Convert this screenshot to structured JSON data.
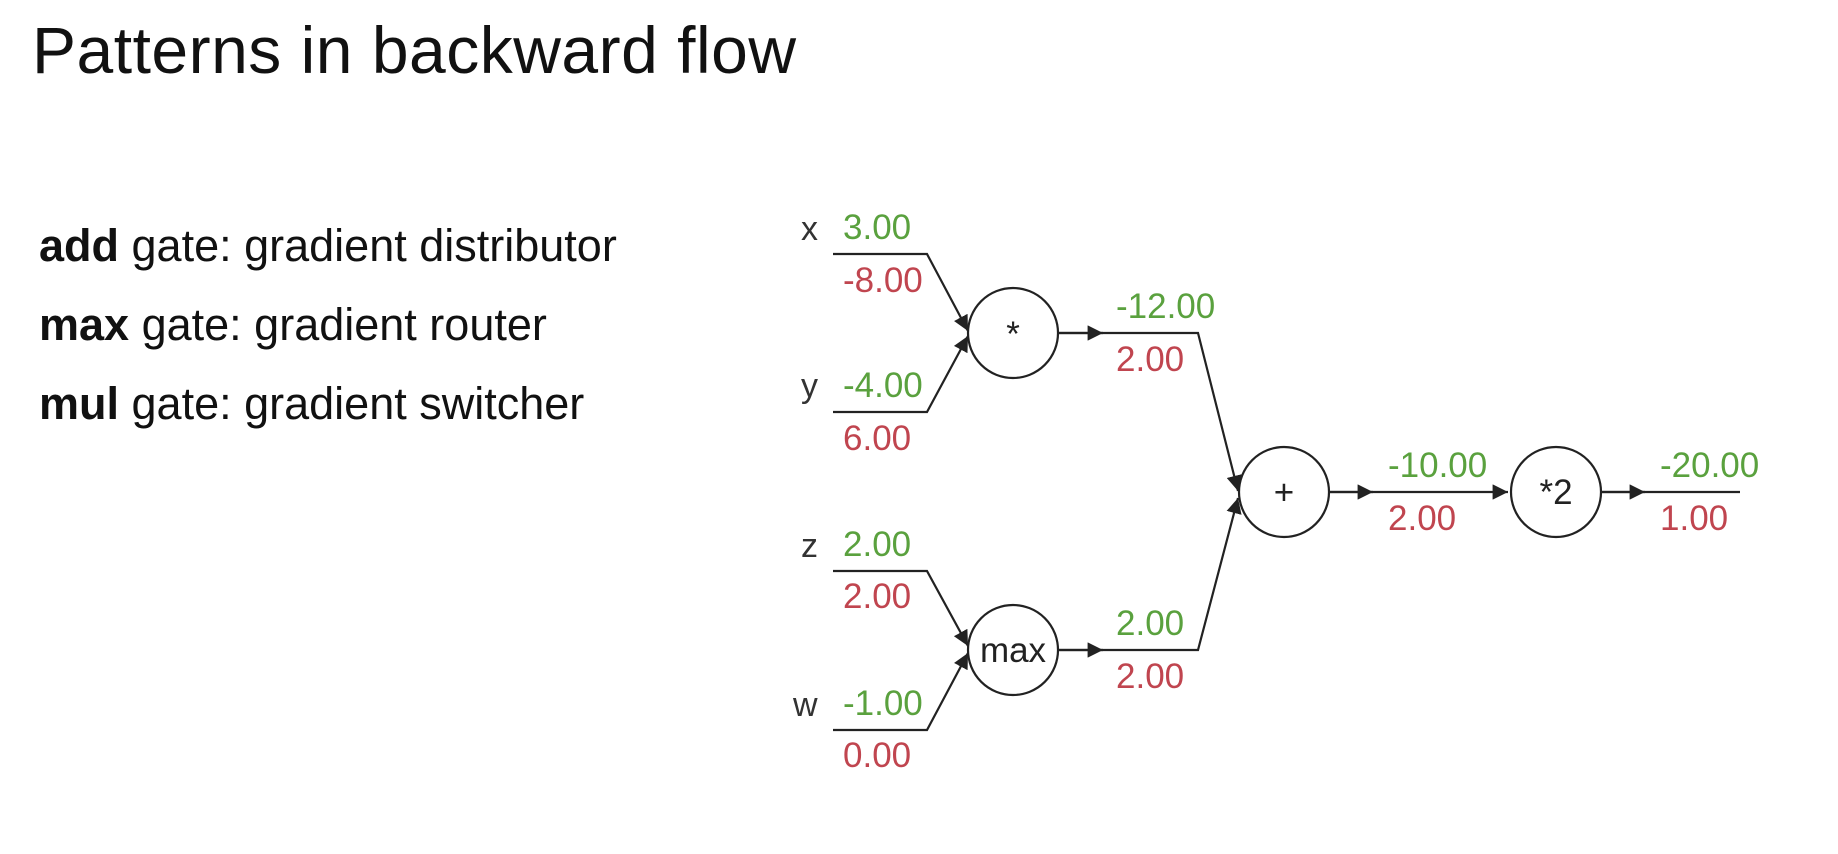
{
  "title": "Patterns in backward flow",
  "gates": [
    {
      "name": "add",
      "desc": "gate: gradient distributor"
    },
    {
      "name": "max",
      "desc": "gate: gradient router"
    },
    {
      "name": "mul",
      "desc": "gate: gradient switcher"
    }
  ],
  "colors": {
    "forward": "#5aa13e",
    "gradient": "#c0454f"
  },
  "graph": {
    "inputs": [
      {
        "name": "x",
        "value": "3.00",
        "grad": "-8.00"
      },
      {
        "name": "y",
        "value": "-4.00",
        "grad": "6.00"
      },
      {
        "name": "z",
        "value": "2.00",
        "grad": "2.00"
      },
      {
        "name": "w",
        "value": "-1.00",
        "grad": "0.00"
      }
    ],
    "nodes": [
      {
        "id": "mul",
        "label": "*"
      },
      {
        "id": "max",
        "label": "max"
      },
      {
        "id": "add",
        "label": "+"
      },
      {
        "id": "times2",
        "label": "*2"
      }
    ],
    "edges": [
      {
        "id": "mul_out",
        "value": "-12.00",
        "grad": "2.00"
      },
      {
        "id": "max_out",
        "value": "2.00",
        "grad": "2.00"
      },
      {
        "id": "add_out",
        "value": "-10.00",
        "grad": "2.00"
      },
      {
        "id": "final_out",
        "value": "-20.00",
        "grad": "1.00"
      }
    ]
  }
}
